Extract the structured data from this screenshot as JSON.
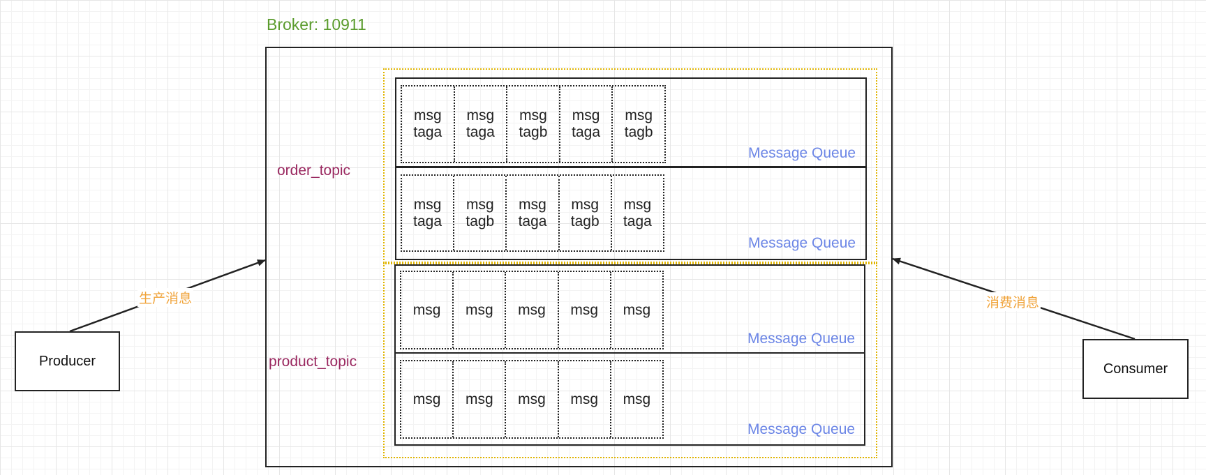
{
  "broker": {
    "title": "Broker: 10911"
  },
  "producer": {
    "label": "Producer",
    "edge_label": "生产消息"
  },
  "consumer": {
    "label": "Consumer",
    "edge_label": "消费消息"
  },
  "topics": [
    {
      "name": "order_topic",
      "queues": [
        {
          "label": "Message Queue",
          "messages": [
            [
              "msg",
              "taga"
            ],
            [
              "msg",
              "taga"
            ],
            [
              "msg",
              "tagb"
            ],
            [
              "msg",
              "taga"
            ],
            [
              "msg",
              "tagb"
            ]
          ]
        },
        {
          "label": "Message Queue",
          "messages": [
            [
              "msg",
              "taga"
            ],
            [
              "msg",
              "tagb"
            ],
            [
              "msg",
              "taga"
            ],
            [
              "msg",
              "tagb"
            ],
            [
              "msg",
              "taga"
            ]
          ]
        }
      ]
    },
    {
      "name": "product_topic",
      "queues": [
        {
          "label": "Message Queue",
          "messages": [
            [
              "msg"
            ],
            [
              "msg"
            ],
            [
              "msg"
            ],
            [
              "msg"
            ],
            [
              "msg"
            ]
          ]
        },
        {
          "label": "Message Queue",
          "messages": [
            [
              "msg"
            ],
            [
              "msg"
            ],
            [
              "msg"
            ],
            [
              "msg"
            ],
            [
              "msg"
            ]
          ]
        }
      ]
    }
  ],
  "colors": {
    "broker_title": "#5a9b2c",
    "topic_label": "#99275f",
    "queue_label": "#6c86e6",
    "topic_frame": "#e0b400",
    "edge_label": "#f0a33a"
  }
}
